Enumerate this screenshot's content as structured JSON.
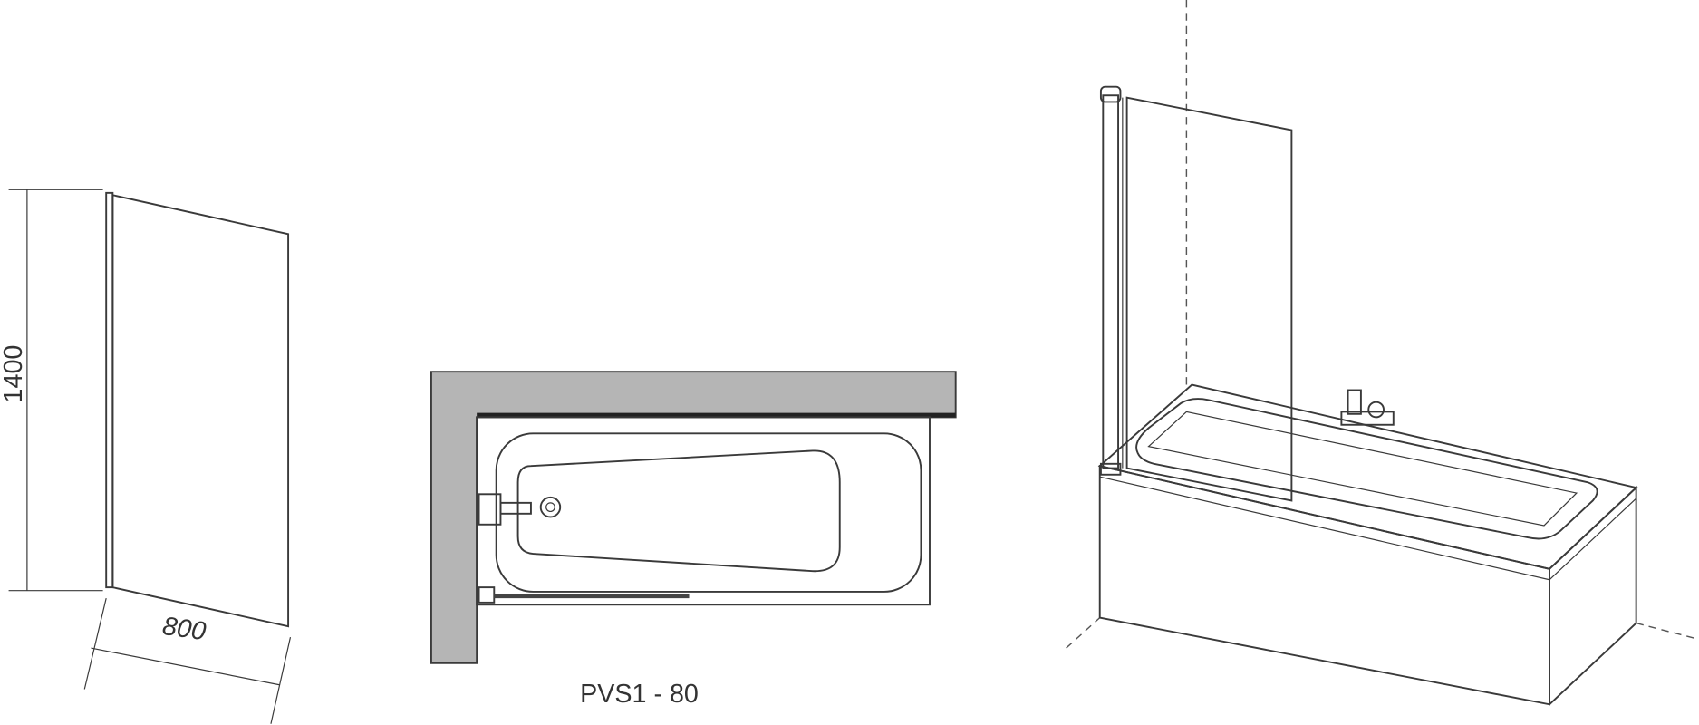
{
  "diagram": {
    "dimensions": {
      "height_label": "1400",
      "width_label": "800"
    },
    "model_label": "PVS1 - 80",
    "colors": {
      "line": "#3a3a3a",
      "wall": "#b5b5b5"
    }
  }
}
